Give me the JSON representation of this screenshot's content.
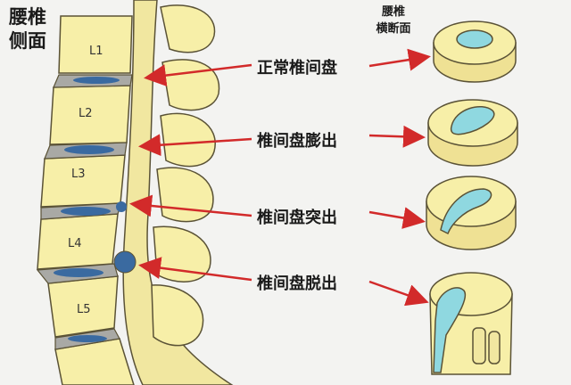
{
  "side_view_title": [
    "腰椎",
    "侧面"
  ],
  "section_title": [
    "腰椎",
    "横断面"
  ],
  "vertebrae": [
    "L1",
    "L2",
    "L3",
    "L4",
    "L5"
  ],
  "stages": [
    "正常椎间盘",
    "椎间盘膨出",
    "椎间盘突出",
    "椎间盘脱出"
  ],
  "colors": {
    "bone": "#f7efa8",
    "bone_outline": "#5a5236",
    "disc": "#a9a9a5",
    "nucleus": "#8fd8e0",
    "canal": "#f1e7a0",
    "arrow": "#d22a2a"
  }
}
